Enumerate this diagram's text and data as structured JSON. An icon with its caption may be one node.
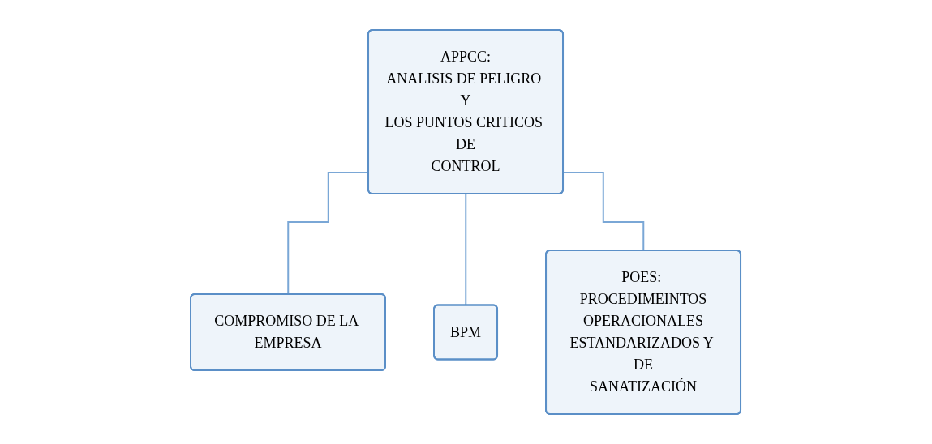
{
  "diagram": {
    "nodes": [
      {
        "text": [
          "APPCC:",
          "ANALISIS DE PELIGRO Y LOS PUNTOS CRITICOS DE CONTROL"
        ]
      },
      {
        "text": [
          "COMPROMISO DE LA EMPRESA"
        ]
      },
      {
        "text": [
          "BPM"
        ]
      },
      {
        "text": [
          "POES: PROCEDIMEINTOS OPERACIONALES ESTANDARIZADOS Y DE SANATIZACIÓN"
        ]
      }
    ],
    "edges": [
      {
        "from": 0,
        "to": 1,
        "arrow": "none"
      },
      {
        "from": 0,
        "to": 2,
        "arrow": "none"
      },
      {
        "from": 0,
        "to": 3,
        "arrow": "none"
      }
    ]
  }
}
